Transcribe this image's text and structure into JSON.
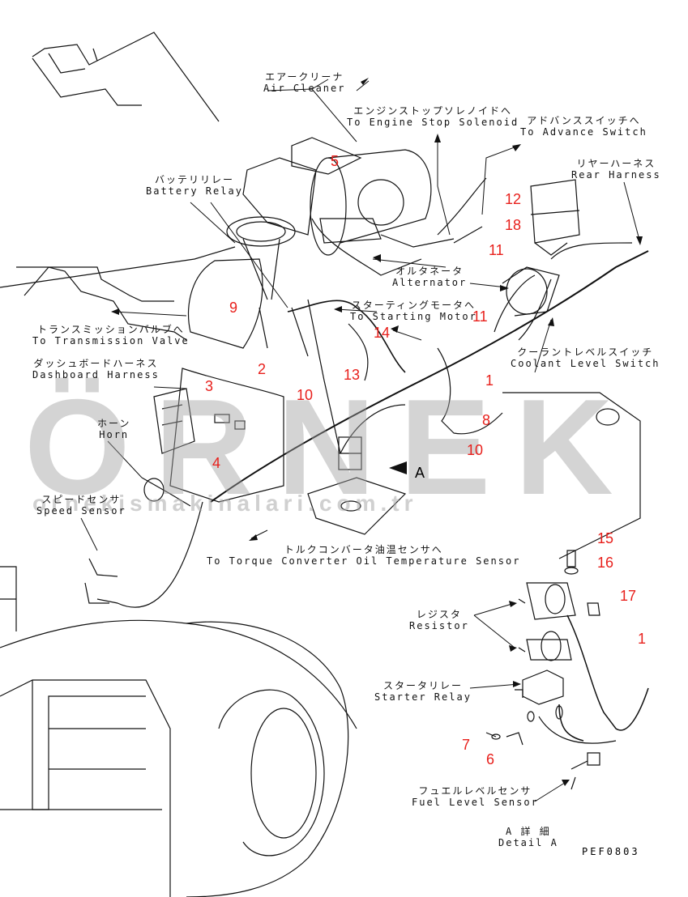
{
  "watermark": {
    "brand": "ÖRNEK",
    "url": "ornekismakinalari.com.tr"
  },
  "callouts": {
    "air_cleaner": {
      "jp": "エアークリーナ",
      "en": "Air Cleaner"
    },
    "engine_stop": {
      "jp": "エンジンストップソレノイドへ",
      "en": "To Engine Stop Solenoid"
    },
    "advance_switch": {
      "jp": "アドバンススイッチへ",
      "en": "To Advance Switch"
    },
    "rear_harness": {
      "jp": "リヤーハーネス",
      "en": "Rear Harness"
    },
    "battery_relay": {
      "jp": "バッテリリレー",
      "en": "Battery Relay"
    },
    "alternator": {
      "jp": "オルタネータ",
      "en": "Alternator"
    },
    "starting_motor": {
      "jp": "スターティングモータへ",
      "en": "To Starting Motor"
    },
    "transmission_valve": {
      "jp": "トランスミッションバルブへ",
      "en": "To Transmission Valve"
    },
    "dashboard_harness": {
      "jp": "ダッシュボードハーネス",
      "en": "Dashboard Harness"
    },
    "coolant_switch": {
      "jp": "クーラントレベルスイッチ",
      "en": "Coolant Level Switch"
    },
    "horn": {
      "jp": "ホーン",
      "en": "Horn"
    },
    "speed_sensor": {
      "jp": "スピードセンサ",
      "en": "Speed Sensor"
    },
    "torque_sensor": {
      "jp": "トルクコンバータ油温センサへ",
      "en": "To Torque Converter Oil Temperature Sensor"
    },
    "resistor": {
      "jp": "レジスタ",
      "en": "Resistor"
    },
    "starter_relay": {
      "jp": "スタータリレー",
      "en": "Starter Relay"
    },
    "fuel_sensor": {
      "jp": "フュエルレベルセンサ",
      "en": "Fuel Level Sensor"
    },
    "detail": {
      "jp": "A 詳 細",
      "en": "Detail A"
    }
  },
  "view_marker": "A",
  "part_numbers": {
    "n5": "5",
    "n12": "12",
    "n18": "18",
    "n11a": "11",
    "n11b": "11",
    "n9": "9",
    "n14": "14",
    "n2": "2",
    "n10a": "10",
    "n13": "13",
    "n1a": "1",
    "n3": "3",
    "n8": "8",
    "n4": "4",
    "n10b": "10",
    "n15": "15",
    "n16": "16",
    "n17": "17",
    "n1b": "1",
    "n7": "7",
    "n6": "6"
  },
  "drawing_code": "PEF0803"
}
